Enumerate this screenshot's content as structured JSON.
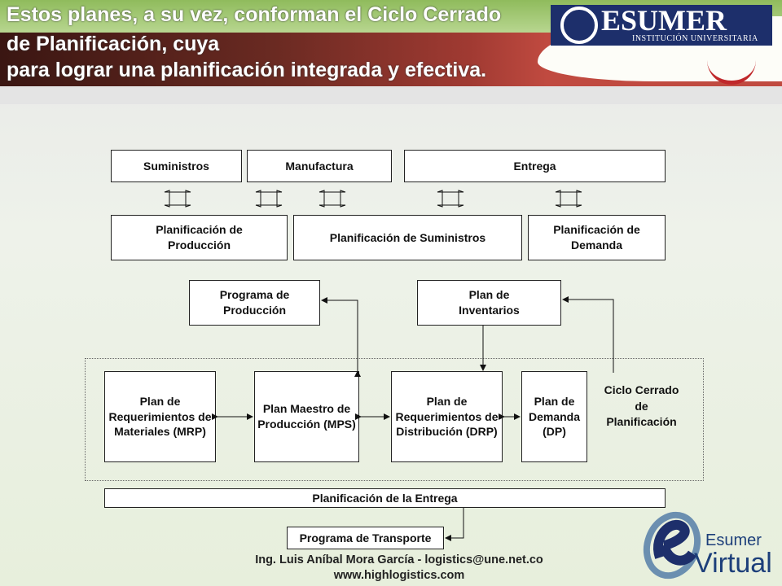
{
  "header": {
    "title_lines": [
      "Estos planes, a su vez, conforman el Ciclo Cerrado",
      "de Planificación, cuya",
      "para lograr una planificación integrada y efectiva."
    ],
    "logo": {
      "name": "ESUMER",
      "subtitle": "INSTITUCIÓN UNIVERSITARIA"
    }
  },
  "diagram": {
    "top_row": [
      "Suministros",
      "Manufactura",
      "Entrega"
    ],
    "planning_row": [
      "Planificación de Producción",
      "Planificación de Suministros",
      "Planificación de Demanda"
    ],
    "programa_produccion": "Programa de Producción",
    "plan_inventarios": "Plan de Inventarios",
    "mrp": "Plan de Requerimientos de Materiales (MRP)",
    "mps": "Plan Maestro de Producción (MPS)",
    "drp": "Plan de Requerimientos de Distribución (DRP)",
    "dp": "Plan de Demanda (DP)",
    "ciclo": "Ciclo Cerrado de Planificación",
    "entrega": "Planificación de la Entrega",
    "transporte": "Programa de Transporte"
  },
  "footer": {
    "author": "Ing.  Luis Aníbal Mora García - logistics@une.net.co",
    "website": "www.highlogistics.com",
    "logo": "Esumer Virtual"
  },
  "colors": {
    "logo_blue": "#1d2f6b",
    "accent_green": "#8fbb5c",
    "accent_red": "#c0282b"
  }
}
